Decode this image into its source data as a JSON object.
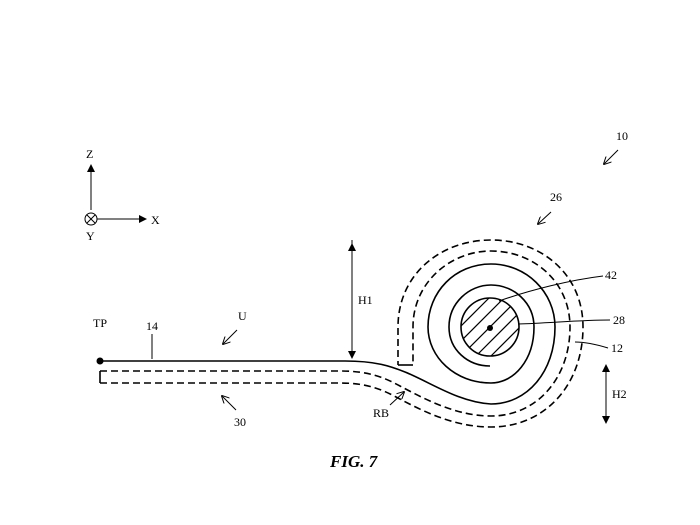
{
  "figure": {
    "caption": "FIG. 7",
    "axes": {
      "z": "Z",
      "x": "X",
      "y": "Y"
    },
    "labels": {
      "ref_10": "10",
      "ref_26": "26",
      "ref_42": "42",
      "ref_28": "28",
      "ref_12": "12",
      "ref_14": "14",
      "ref_30": "30",
      "tp": "TP",
      "u": "U",
      "h1": "H1",
      "h2": "H2",
      "rb": "RB"
    }
  }
}
